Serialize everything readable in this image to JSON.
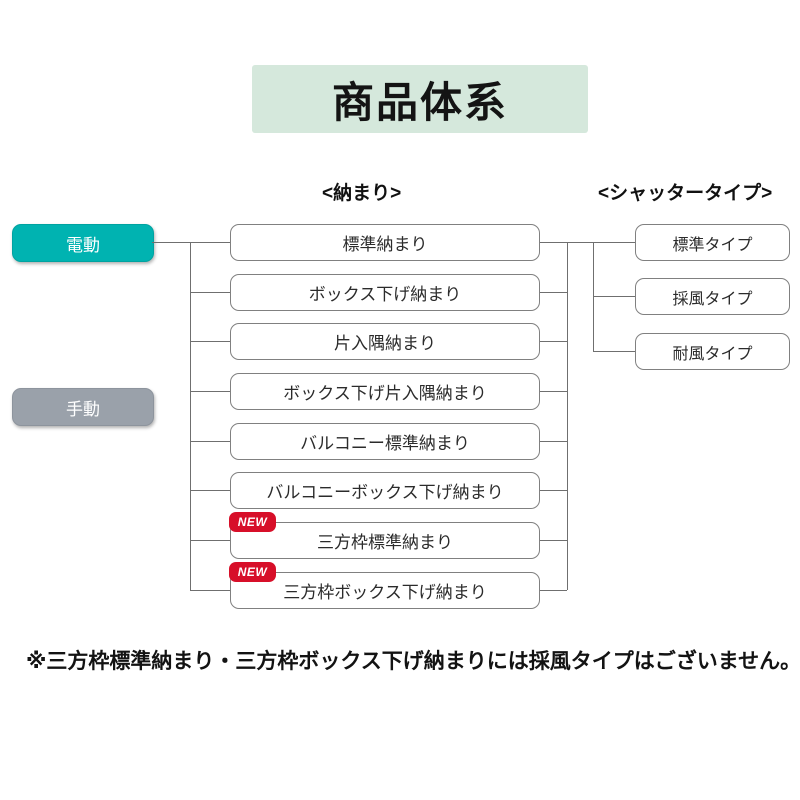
{
  "title": "商品体系",
  "columns": {
    "osamari_header": "<納まり>",
    "shutter_header": "<シャッタータイプ>"
  },
  "categories": [
    {
      "label": "電動",
      "color": "#00b3b1"
    },
    {
      "label": "手動",
      "color": "#9aa1aa"
    }
  ],
  "osamari_nodes": [
    {
      "label": "標準納まり",
      "badge": ""
    },
    {
      "label": "ボックス下げ納まり",
      "badge": ""
    },
    {
      "label": "片入隅納まり",
      "badge": ""
    },
    {
      "label": "ボックス下げ片入隅納まり",
      "badge": ""
    },
    {
      "label": "バルコニー標準納まり",
      "badge": ""
    },
    {
      "label": "バルコニーボックス下げ納まり",
      "badge": ""
    },
    {
      "label": "三方枠標準納まり",
      "badge": "NEW"
    },
    {
      "label": "三方枠ボックス下げ納まり",
      "badge": "NEW"
    }
  ],
  "shutter_nodes": [
    {
      "label": "標準タイプ"
    },
    {
      "label": "採風タイプ"
    },
    {
      "label": "耐風タイプ"
    }
  ],
  "footnote": "※三方枠標準納まり・三方枠ボックス下げ納まりには採風タイプはございません。",
  "colors": {
    "title_band": "#d5e8dc",
    "electric": "#00b3b1",
    "manual": "#9aa1aa",
    "badge": "#d70f29",
    "line": "#6f6f6f",
    "box_border": "#808080"
  }
}
